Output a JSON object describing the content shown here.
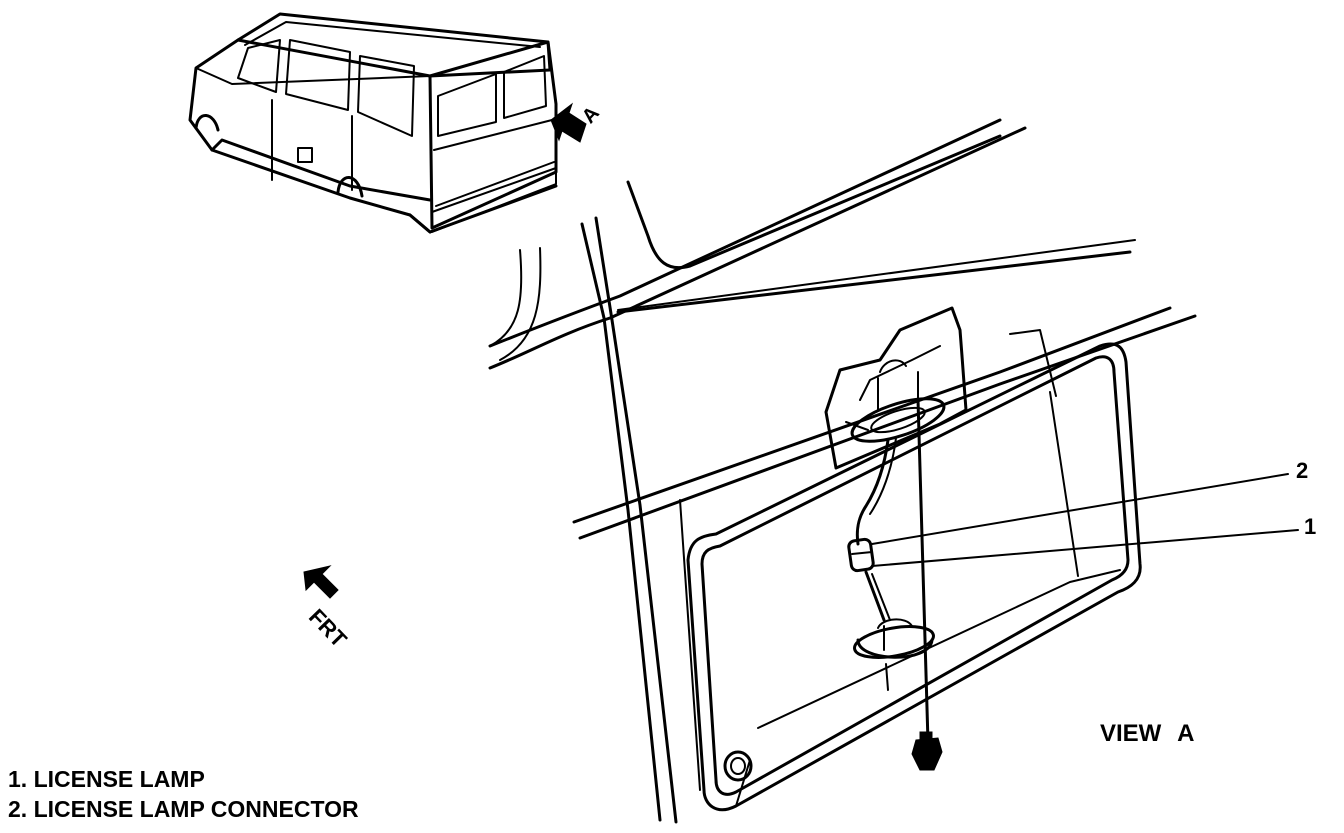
{
  "view_label": "VIEW A",
  "view_arrow_letter": "A",
  "front_arrow_label": "FRT",
  "callouts": [
    "2",
    "1"
  ],
  "legend": [
    "1. LICENSE LAMP",
    "2. LICENSE LAMP CONNECTOR"
  ]
}
